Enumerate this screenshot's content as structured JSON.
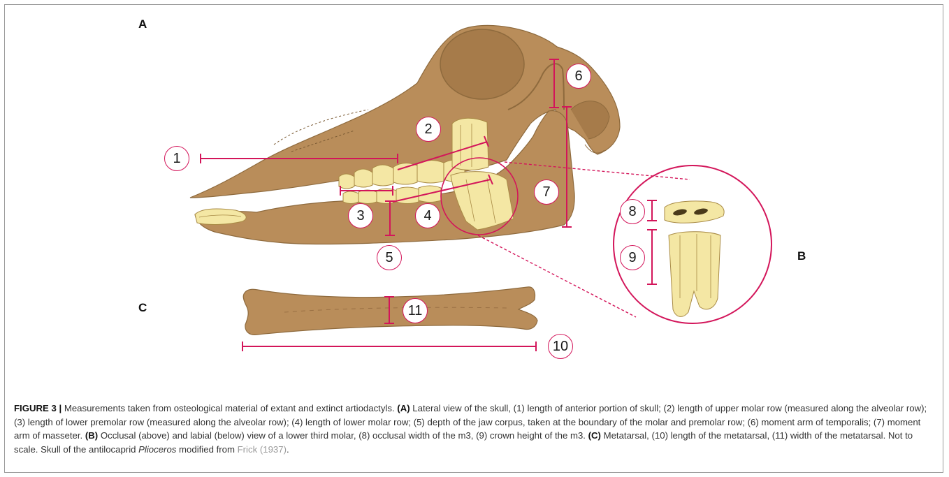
{
  "panels": {
    "a": "A",
    "b": "B",
    "c": "C"
  },
  "measurement_labels": [
    "1",
    "2",
    "3",
    "4",
    "5",
    "6",
    "7",
    "8",
    "9",
    "10",
    "11"
  ],
  "caption": {
    "figure_label": "FIGURE 3 |",
    "intro": " Measurements taken from osteological material of extant and extinct artiodactyls. ",
    "a_label": "(A)",
    "a_text": " Lateral view of the skull, (1) length of anterior portion of skull; (2) length of upper molar row (measured along the alveolar row); (3) length of lower premolar row (measured along the alveolar row); (4) length of lower molar row; (5) depth of the jaw corpus, taken at the boundary of the molar and premolar row; (6) moment arm of temporalis; (7) moment arm of masseter. ",
    "b_label": "(B)",
    "b_text": " Occlusal (above) and labial (below) view of a lower third molar, (8) occlusal width of the m3, (9) crown height of the m3. ",
    "c_label": "(C)",
    "c_text": " Metatarsal, (10) length of the metatarsal, (11) width of the metatarsal. Not to scale. Skull of the antilocaprid ",
    "genus": "Plioceros",
    "after_genus": " modified from ",
    "reference": "Frick (1937)",
    "end": "."
  },
  "colors": {
    "bone": "#b98d5a",
    "bone_dark": "#9a7044",
    "tooth": "#f4e7a4",
    "tooth_outline": "#a88a45",
    "measure": "#d3155a",
    "reference_link": "#9a9a9a"
  }
}
